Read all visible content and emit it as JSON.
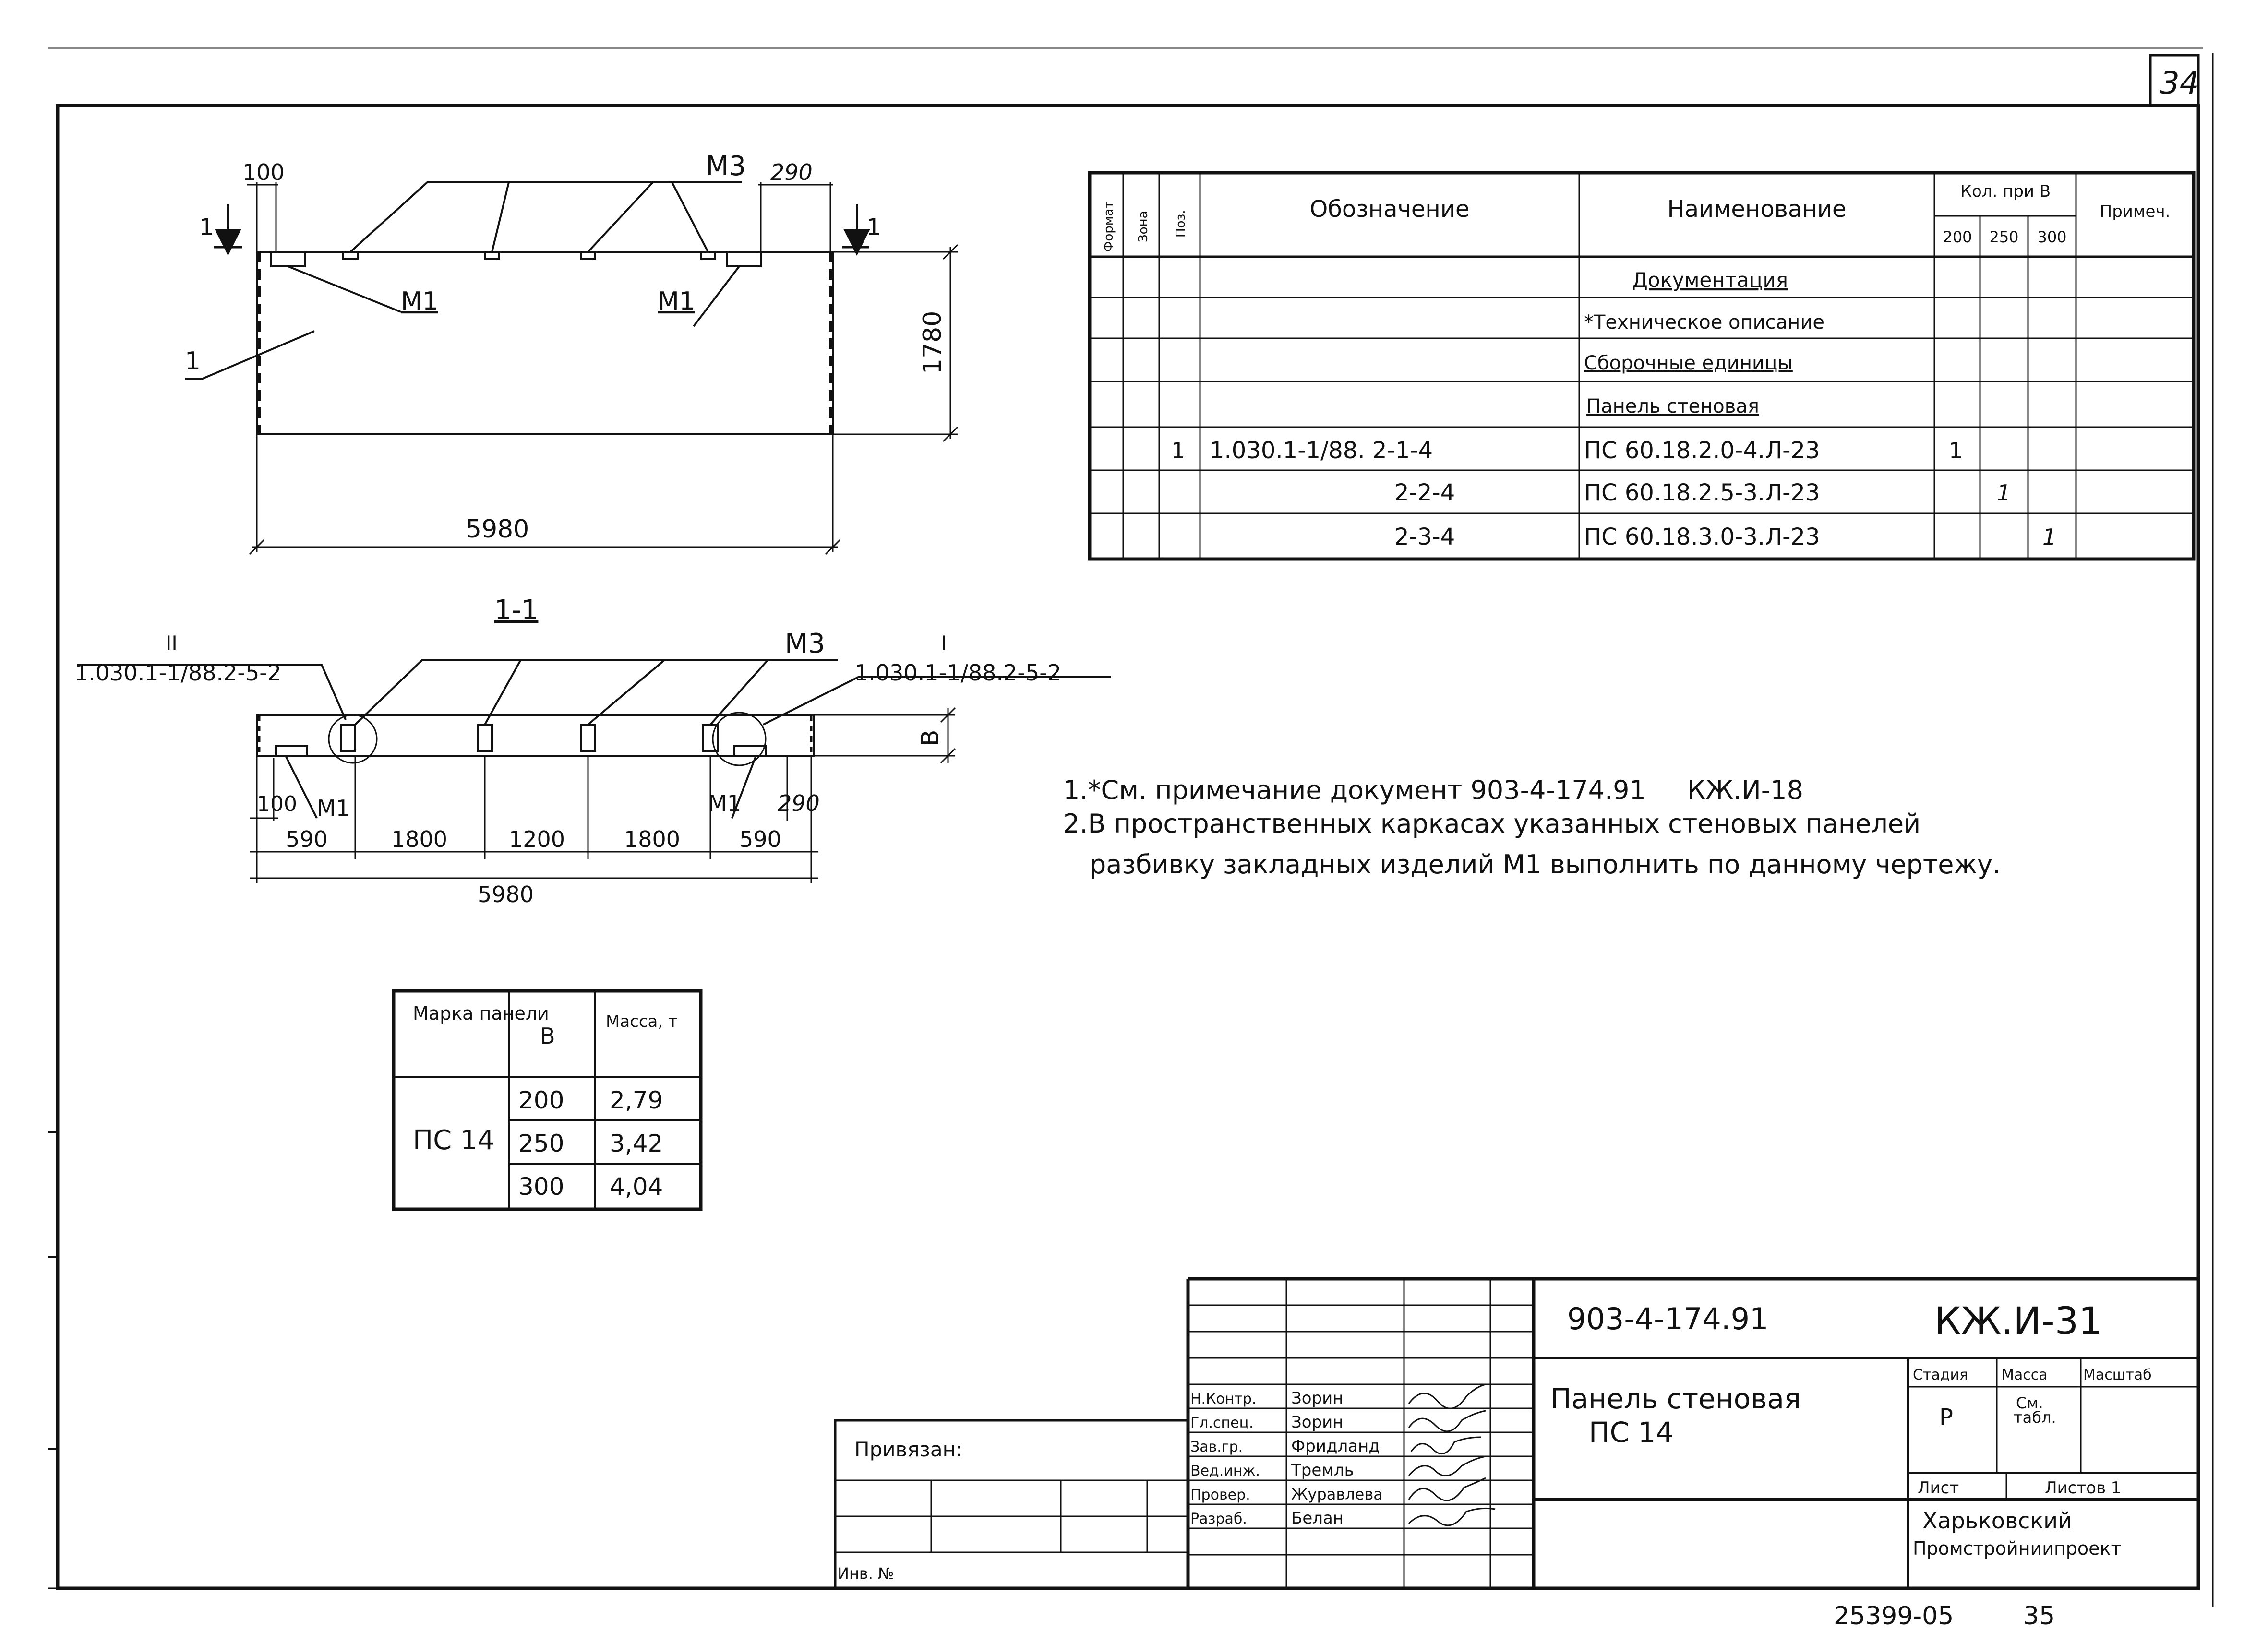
{
  "sheet": {
    "page_number": "34",
    "footer_code": "25399-05",
    "footer_number": "35"
  },
  "top_view": {
    "dim_left_top": "100",
    "dim_right_top": "290",
    "label_m3": "М3",
    "label_m1_left": "М1",
    "label_m1_right": "М1",
    "label_pos1": "1",
    "section_mark_left": "1",
    "section_mark_right": "1",
    "height_dim": "1780",
    "length_dim": "5980"
  },
  "section_view": {
    "title": "1-1",
    "ref_left_mark": "II",
    "ref_left": "1.030.1-1/88.2-5-2",
    "ref_right_mark": "I",
    "ref_right": "1.030.1-1/88.2-5-2",
    "label_m3": "М3",
    "dim_b": "В",
    "dim_left_small": "100",
    "label_m1_left": "М1",
    "label_m1_right": "М1",
    "dim_right_small": "290",
    "dims": [
      "590",
      "1800",
      "1200",
      "1800",
      "590"
    ],
    "total": "5980"
  },
  "spec_table": {
    "headers": {
      "format": "Формат",
      "zone": "Зона",
      "pos": "Поз.",
      "designation": "Обозначение",
      "name": "Наименование",
      "qty": "Кол. при В",
      "q200": "200",
      "q250": "250",
      "q300": "300",
      "note": "Примеч."
    },
    "rows": [
      {
        "pos": "",
        "designation": "",
        "name": "Документация",
        "q200": "",
        "q250": "",
        "q300": ""
      },
      {
        "pos": "",
        "designation": "",
        "name": "*Техническое описание",
        "q200": "",
        "q250": "",
        "q300": ""
      },
      {
        "pos": "",
        "designation": "",
        "name": "Сборочные единицы",
        "q200": "",
        "q250": "",
        "q300": ""
      },
      {
        "pos": "",
        "designation": "",
        "name": "Панель стеновая",
        "q200": "",
        "q250": "",
        "q300": ""
      },
      {
        "pos": "1",
        "designation": "1.030.1-1/88. 2-1-4",
        "name": "ПС 60.18.2.0-4.Л-23",
        "q200": "1",
        "q250": "",
        "q300": ""
      },
      {
        "pos": "",
        "designation": "2-2-4",
        "name": "ПС 60.18.2.5-3.Л-23",
        "q200": "",
        "q250": "1",
        "q300": ""
      },
      {
        "pos": "",
        "designation": "2-3-4",
        "name": "ПС 60.18.3.0-3.Л-23",
        "q200": "",
        "q250": "",
        "q300": "1"
      }
    ]
  },
  "notes": [
    "1.*См. примечание документ 903-4-174.91     КЖ.И-18",
    "2.В пространственных каркасах указанных стеновых панелей",
    "разбивку закладных изделий М1 выполнить по данному чертежу."
  ],
  "mass_table": {
    "h_mark": "Марка панели",
    "h_b": "В",
    "h_mass": "Масса, т",
    "mark": "ПС 14",
    "rows": [
      {
        "b": "200",
        "mass": "2,79"
      },
      {
        "b": "250",
        "mass": "3,42"
      },
      {
        "b": "300",
        "mass": "4,04"
      }
    ]
  },
  "title_block": {
    "doc_number": "903-4-174.91",
    "doc_code": "КЖ.И-31",
    "title_line1": "Панель стеновая",
    "title_line2": "ПС 14",
    "stage_label": "Стадия",
    "mass_label": "Масса",
    "scale_label": "Масштаб",
    "stage_value": "Р",
    "mass_value_1": "См.",
    "mass_value_2": "табл.",
    "sheet_label": "Лист",
    "sheets_label": "Листов 1",
    "org_line1": "Харьковский",
    "org_line2": "Промстройниипроект",
    "privyazan": "Привязан:",
    "inv_no": "Инв. №",
    "staff": [
      {
        "role": "Н.Контр.",
        "name": "Зорин"
      },
      {
        "role": "Гл.спец.",
        "name": "Зорин"
      },
      {
        "role": "Зав.гр.",
        "name": "Фридланд"
      },
      {
        "role": "Вед.инж.",
        "name": "Тремль"
      },
      {
        "role": "Провер.",
        "name": "Журавлева"
      },
      {
        "role": "Разраб.",
        "name": "Белан"
      }
    ]
  }
}
